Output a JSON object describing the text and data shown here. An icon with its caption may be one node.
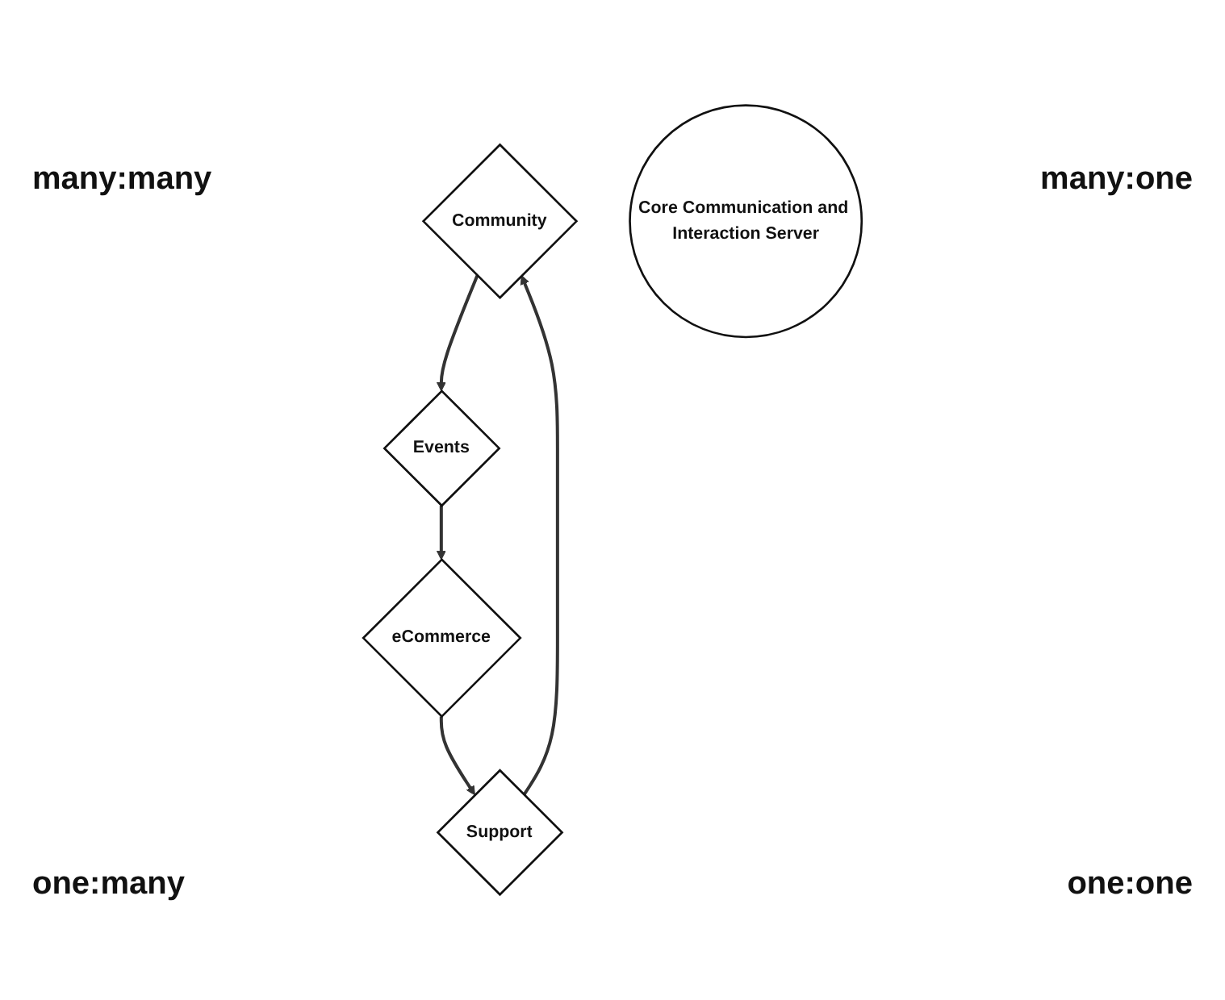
{
  "diagram": {
    "nodes": [
      {
        "text": [
          "Community"
        ]
      },
      {
        "text": [
          "Support"
        ]
      },
      {
        "text": [
          "Core Communication and Interaction Server"
        ]
      },
      {
        "text": [
          "Events"
        ]
      },
      {
        "text": [
          "eCommerce"
        ]
      }
    ],
    "edges": [
      {
        "from": 1,
        "to": 0,
        "arrow": "to"
      },
      {
        "from": 0,
        "to": 3,
        "arrow": "to"
      },
      {
        "from": 3,
        "to": 4,
        "arrow": "to"
      },
      {
        "from": 4,
        "to": 1,
        "arrow": "to"
      }
    ],
    "labels": [
      "many:many",
      "many:one",
      "one:many",
      "one:one"
    ]
  }
}
